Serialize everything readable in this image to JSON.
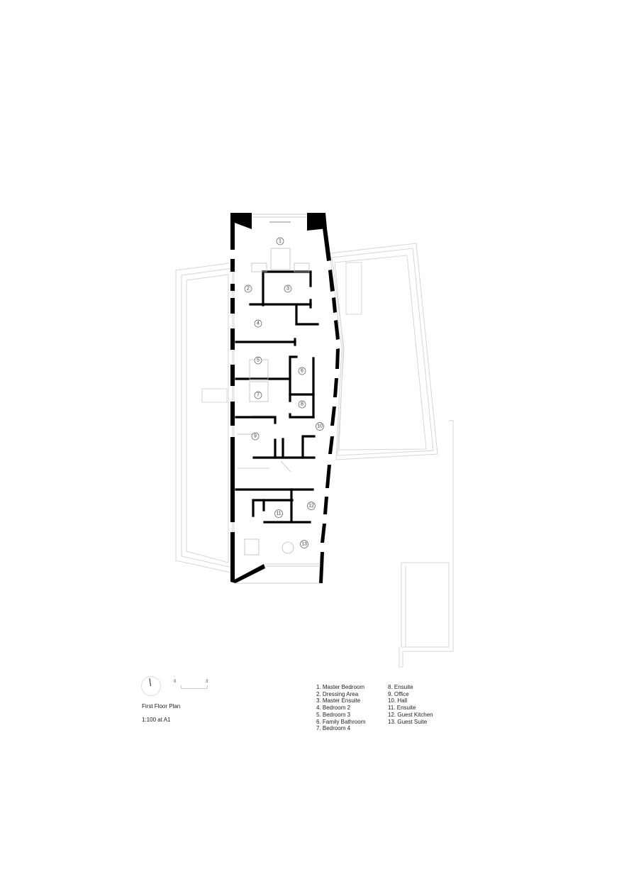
{
  "drawing": {
    "title": "First Floor Plan",
    "scale": "1:100 at A1",
    "scalebar": {
      "start": "0",
      "end": "3"
    },
    "north_arrow": "north-arrow-icon"
  },
  "room_tags": [
    "1",
    "2",
    "3",
    "4",
    "5",
    "6",
    "7",
    "8",
    "9",
    "10",
    "11",
    "12",
    "13"
  ],
  "legend": {
    "column1": [
      "1. Master Bedroom",
      "2. Dressing Area",
      "3. Master Ensuite",
      "4. Bedroom 2",
      "5. Bedroom 3",
      "6. Family Bathroom",
      "7. Bedroom 4"
    ],
    "column2": [
      "8. Ensuite",
      "9. Office",
      "10. Hall",
      "11. Ensuite",
      "12. Guest Kitchen",
      "13. Guest Suite"
    ]
  },
  "colors": {
    "walls": "#000000",
    "ghost_lines": "#d6d6d6",
    "background": "#ffffff"
  }
}
